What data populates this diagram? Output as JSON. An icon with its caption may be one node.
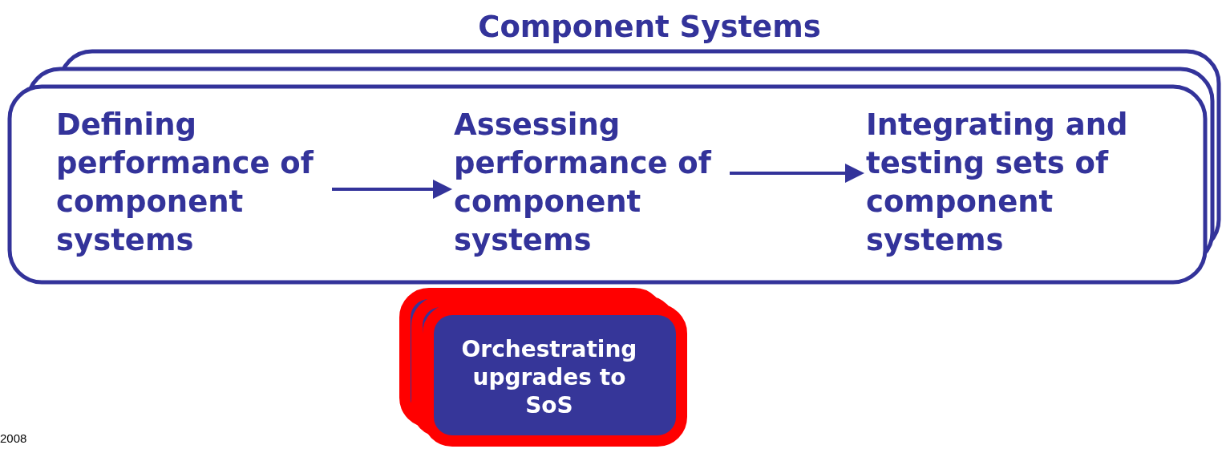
{
  "diagram": {
    "nodes": [
      {
        "text": [
          "Component Systems"
        ]
      },
      {
        "text": [
          "Defining performance of component systems"
        ],
        "in": 0
      },
      {
        "text": [
          "Assessing performance of component systems"
        ],
        "in": 0
      },
      {
        "text": [
          "Integrating and testing sets of component systems"
        ],
        "in": 0
      },
      {
        "text": [
          "Orchestrating upgrades to SoS"
        ]
      }
    ],
    "edges": [
      {
        "from": 1,
        "to": 2,
        "arrow": "to"
      },
      {
        "from": 2,
        "to": 3,
        "arrow": "to"
      }
    ],
    "labels": [
      "2008"
    ]
  }
}
